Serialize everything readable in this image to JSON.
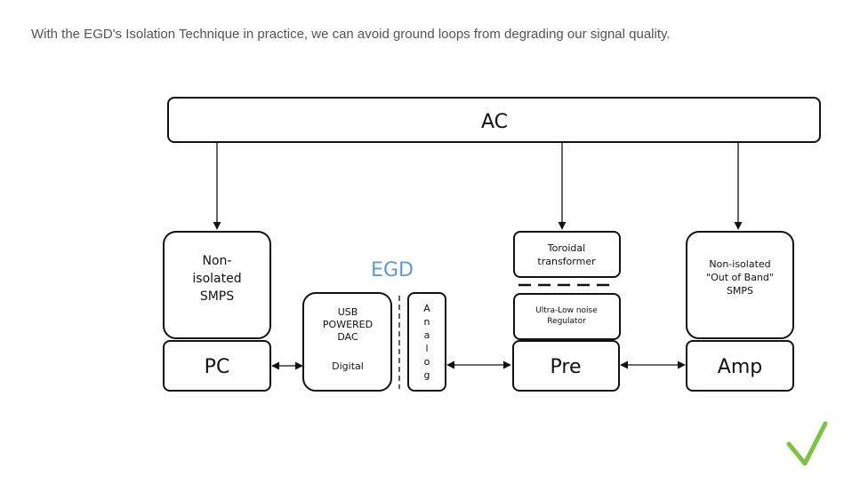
{
  "caption": "With the EGD's Isolation Technique in practice, we can avoid ground loops from degrading our signal quality.",
  "nodes": {
    "ac": "AC",
    "smps_pc": [
      "Non-",
      "isolated",
      "SMPS"
    ],
    "pc": "PC",
    "egd_logo": "EGD",
    "dac": [
      "USB",
      "POWERED",
      "DAC"
    ],
    "dac_digital": "Digital",
    "analog": [
      "A",
      "n",
      "a",
      "l",
      "o",
      "g"
    ],
    "toroidal": [
      "Toroidal",
      "transformer"
    ],
    "regulator": [
      "Ultra-Low noise",
      "Regulator"
    ],
    "pre": "Pre",
    "smps_amp": [
      "Non-isolated",
      "\"Out of Band\"",
      "SMPS"
    ],
    "amp": "Amp"
  },
  "colors": {
    "stroke": "#111111",
    "egd_logo": "#5b9bd5",
    "checkmark": "#7dc242",
    "caption": "#555555"
  },
  "icons": {
    "checkmark": "checkmark-icon"
  }
}
